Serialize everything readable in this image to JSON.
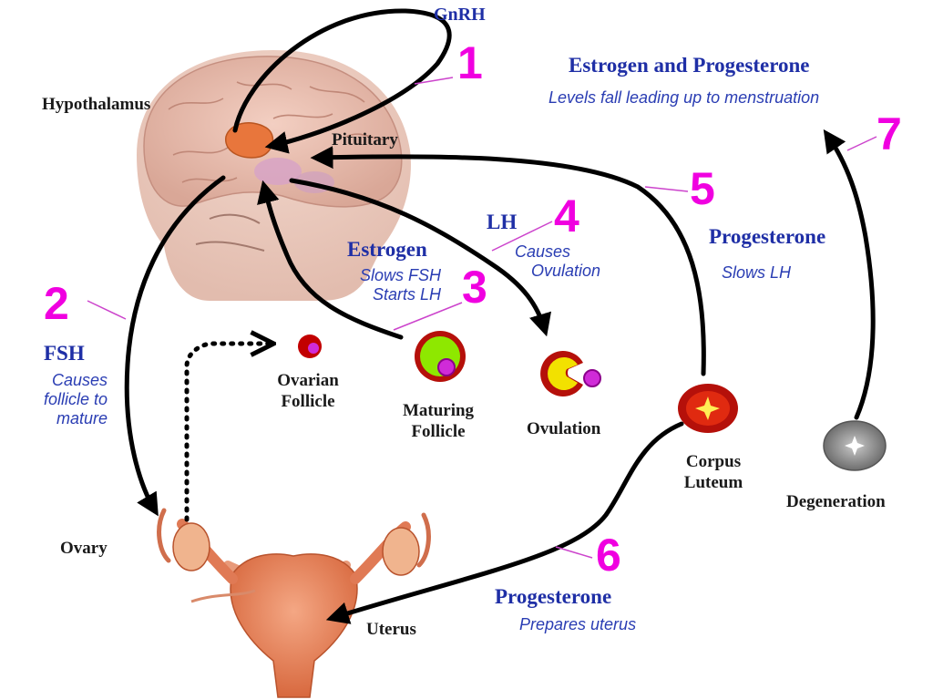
{
  "labels": {
    "hypothalamus": "Hypothalamus",
    "pituitary": "Pituitary",
    "ovary": "Ovary",
    "uterus": "Uterus",
    "ovarian_follicle": [
      "Ovarian",
      "Follicle"
    ],
    "maturing_follicle": [
      "Maturing",
      "Follicle"
    ],
    "ovulation": "Ovulation",
    "corpus_luteum": [
      "Corpus",
      "Luteum"
    ],
    "degeneration": "Degeneration"
  },
  "steps": [
    {
      "num": "1",
      "hormone": "GnRH",
      "note": []
    },
    {
      "num": "2",
      "hormone": "FSH",
      "note": [
        "Causes",
        "follicle to",
        "mature"
      ]
    },
    {
      "num": "3",
      "hormone": "Estrogen",
      "note": [
        "Slows FSH",
        "Starts LH"
      ]
    },
    {
      "num": "4",
      "hormone": "LH",
      "note": [
        "Causes",
        "Ovulation"
      ]
    },
    {
      "num": "5",
      "hormone": "Progesterone",
      "note": [
        "Slows LH"
      ]
    },
    {
      "num": "6",
      "hormone": "Progesterone",
      "note": [
        "Prepares uterus"
      ]
    },
    {
      "num": "7",
      "hormone": "Estrogen and Progesterone",
      "note": [
        "Levels fall leading up to menstruation"
      ]
    }
  ],
  "colors": {
    "step_number": "#f000e0",
    "hormone": "#1f2fa6",
    "arrow": "#000000",
    "brain": "#e8b8a8",
    "uterus": "#e07a55"
  }
}
